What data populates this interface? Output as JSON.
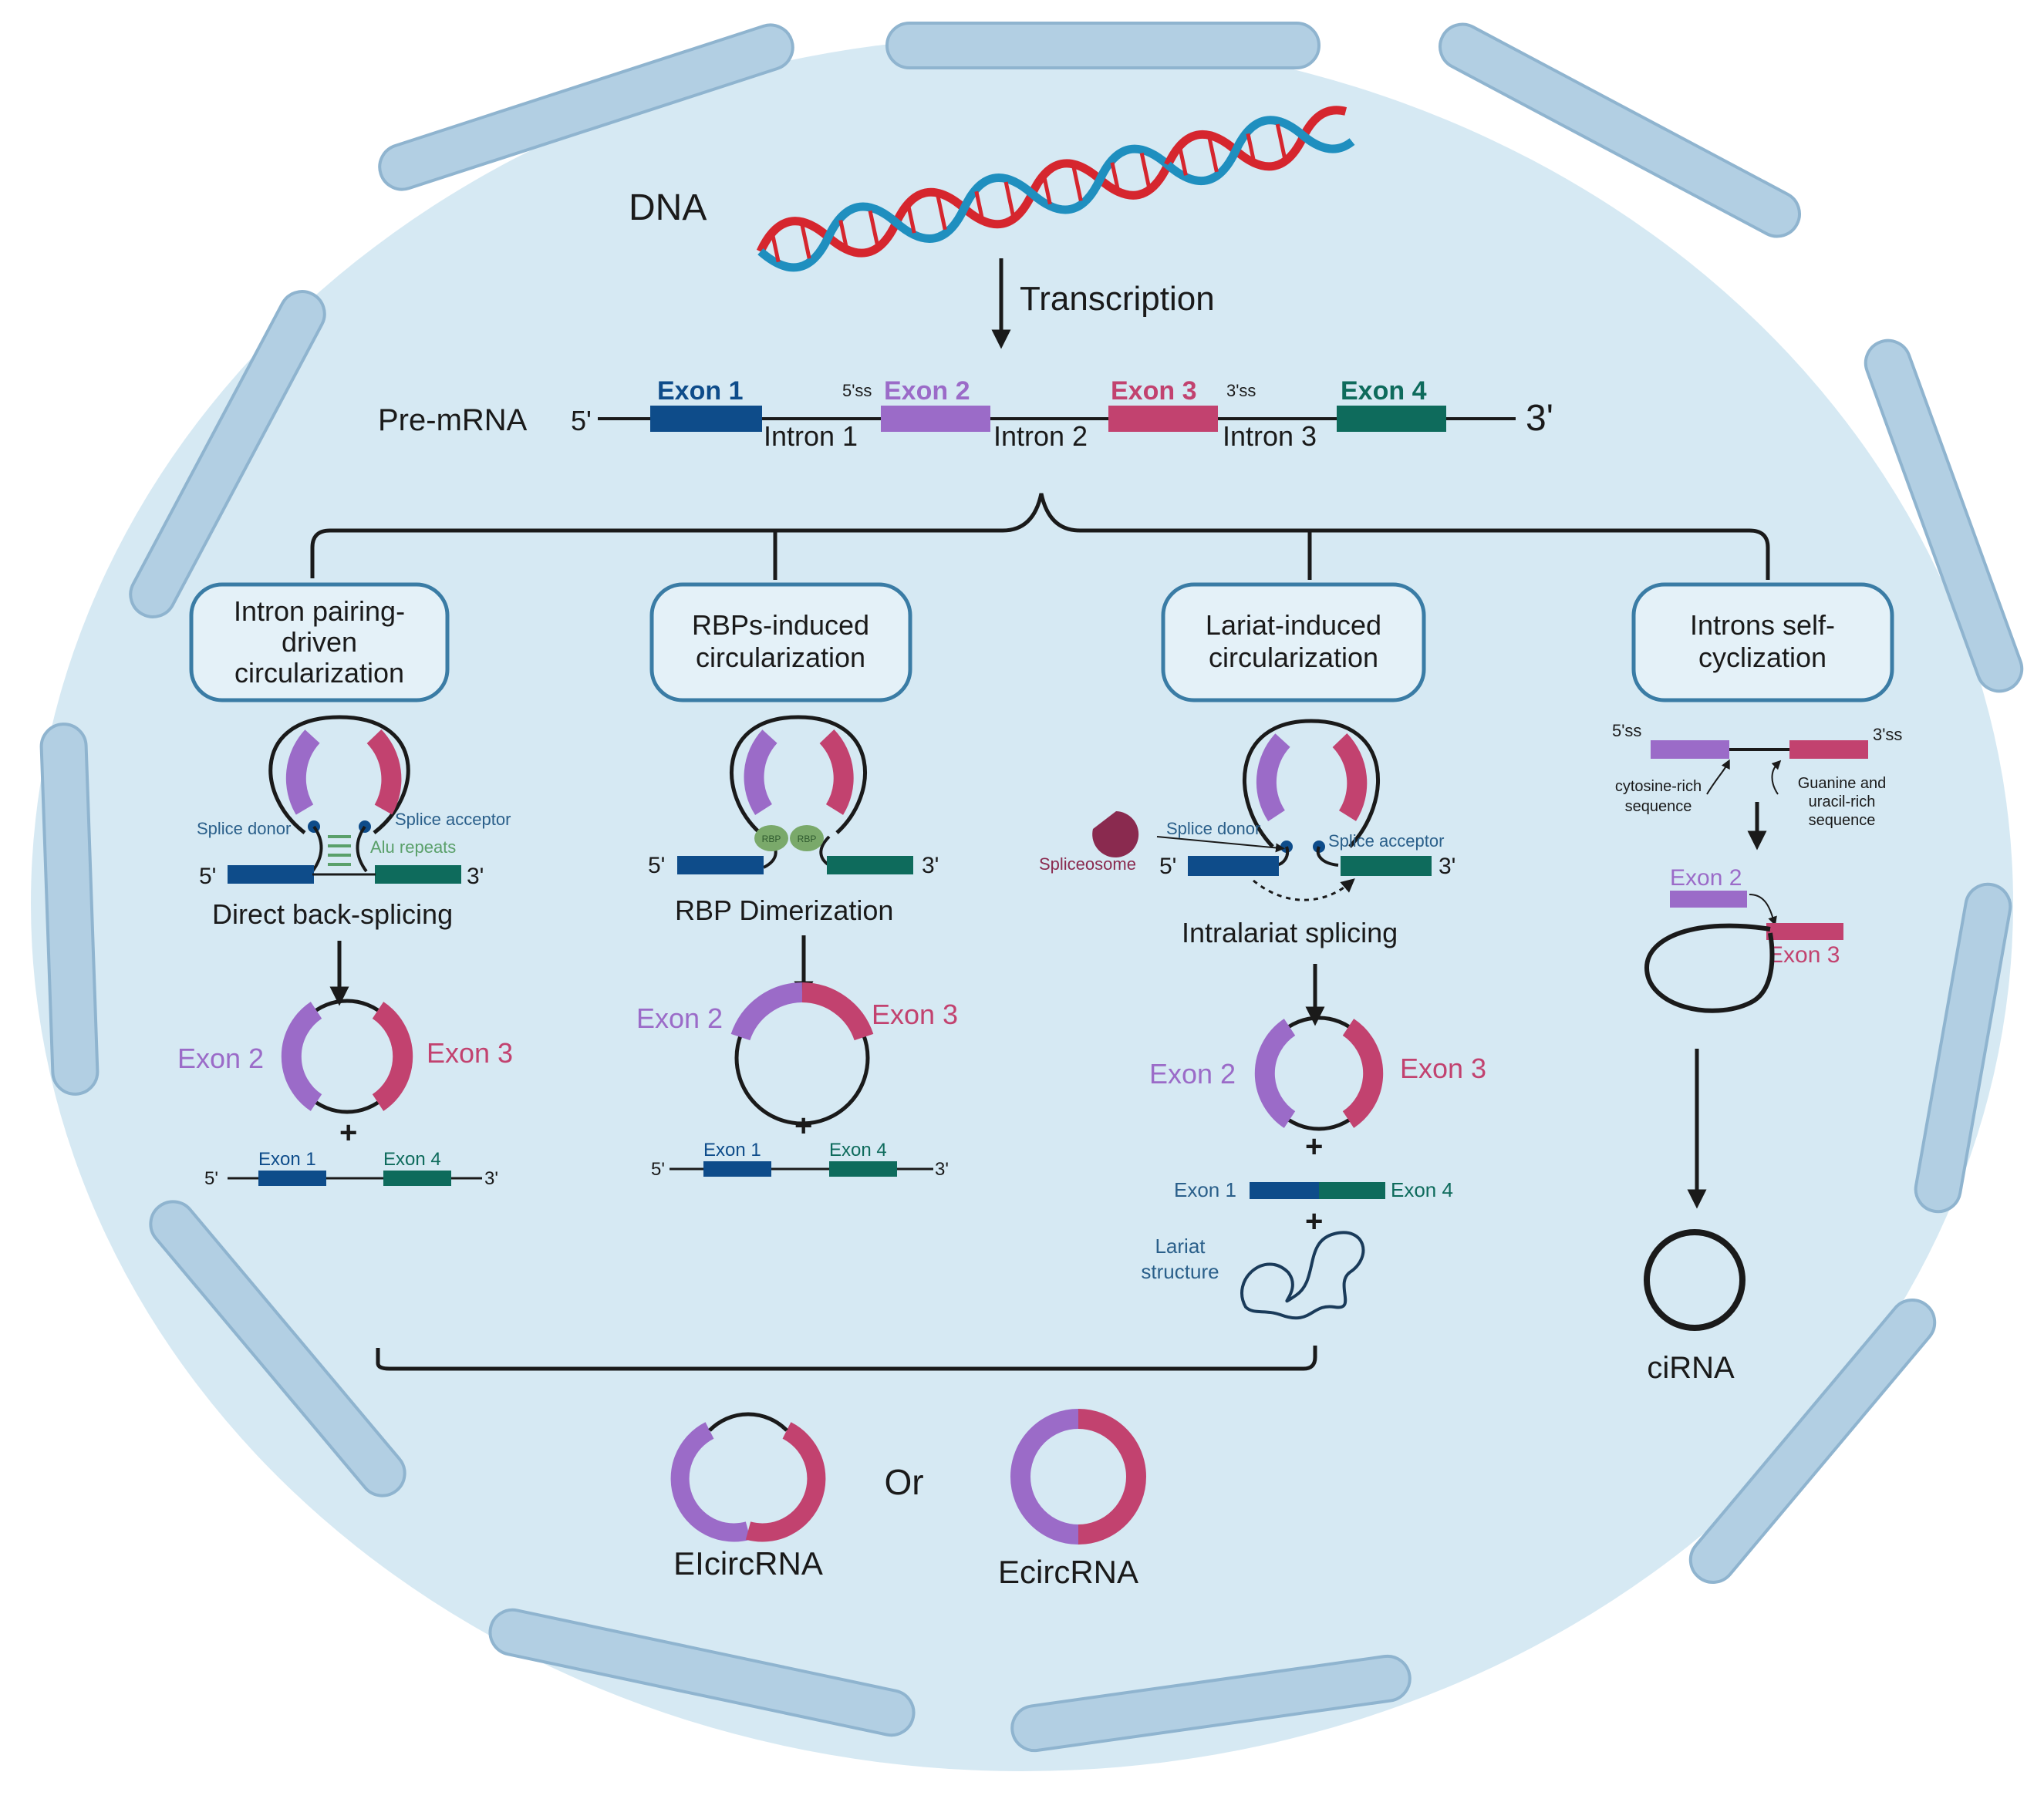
{
  "colors": {
    "cell_fill": "#d6e9f3",
    "membrane": "#a9c8df",
    "membrane_stroke": "#8fb4cf",
    "exon1": "#0e4c8a",
    "exon2": "#9b6bc8",
    "exon3": "#c2426f",
    "exon4": "#0e6b5c",
    "ink": "#1a1a1a",
    "dna_red": "#d6262e",
    "dna_blue": "#1f8fbf",
    "box_stroke": "#3a7ca5",
    "small_text": "#2a5f8a",
    "alu": "#5aa06a",
    "rbp": "#7aa96a",
    "spliceosome": "#8a2a4f"
  },
  "top": {
    "dna": "DNA",
    "transcription": "Transcription",
    "pre_mrna": "Pre-mRNA",
    "five_prime": "5'",
    "three_prime": "3'",
    "exon1": "Exon 1",
    "exon2": "Exon 2",
    "exon3": "Exon 3",
    "exon4": "Exon 4",
    "ss5": "5'ss",
    "ss3": "3'ss",
    "intron1": "Intron 1",
    "intron2": "Intron 2",
    "intron3": "Intron 3"
  },
  "panel1": {
    "title_l1": "Intron pairing-",
    "title_l2": "driven",
    "title_l3": "circularization",
    "splice_donor": "Splice donor",
    "splice_acceptor": "Splice acceptor",
    "alu": "Alu repeats",
    "five": "5'",
    "three": "3'",
    "step": "Direct back-splicing",
    "exon2": "Exon 2",
    "exon3": "Exon 3",
    "plus": "+",
    "exon1": "Exon 1",
    "exon4": "Exon 4"
  },
  "panel2": {
    "title_l1": "RBPs-induced",
    "title_l2": "circularization",
    "rbp": "RBP",
    "five": "5'",
    "three": "3'",
    "step": "RBP Dimerization",
    "exon2": "Exon 2",
    "exon3": "Exon 3",
    "plus": "+",
    "exon1": "Exon 1",
    "exon4": "Exon 4"
  },
  "panel3": {
    "title_l1": "Lariat-induced",
    "title_l2": "circularization",
    "splice_donor": "Splice donor",
    "splice_acceptor": "Splice acceptor",
    "spliceosome": "Spliceosome",
    "five": "5'",
    "three": "3'",
    "step": "Intralariat splicing",
    "exon2": "Exon 2",
    "exon3": "Exon 3",
    "plus": "+",
    "exon1": "Exon 1",
    "exon4": "Exon 4",
    "lariat_l1": "Lariat",
    "lariat_l2": "structure"
  },
  "panel4": {
    "title_l1": "Introns self-",
    "title_l2": "cyclization",
    "ss5": "5'ss",
    "ss3": "3'ss",
    "cyt_l1": "cytosine-rich",
    "cyt_l2": "sequence",
    "gua_l1": "Guanine and",
    "gua_l2": "uracil-rich",
    "gua_l3": "sequence",
    "exon2": "Exon 2",
    "exon3": "Exon 3",
    "product": "ciRNA"
  },
  "bottom": {
    "or": "Or",
    "elcirc": "EIcircRNA",
    "ecirc": "EcircRNA"
  }
}
